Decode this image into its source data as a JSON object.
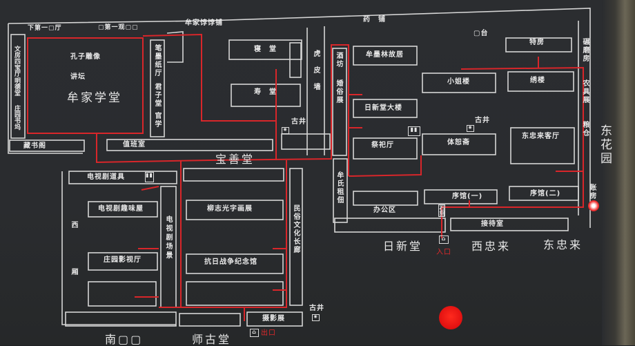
{
  "map": {
    "colors": {
      "background": "#2a2c2f",
      "walls": "#d8d8d8",
      "route": "#d9262a",
      "marker": "#f01e1e"
    },
    "icons": [
      "well-icon",
      "restroom-icon",
      "entrance-icon",
      "exit-icon",
      "you-are-here-marker"
    ],
    "labels": {
      "xia_di_yi": "下第一▢厅",
      "di_yi_guan": "▢第一观▢▢",
      "wenfang": "文房四宝厅",
      "mingde": "明德堂",
      "zhuangyuan_shuwu": "庄园书坞",
      "kongzi": "孔子雕像",
      "jiangtan": "讲坛",
      "moujia_xuetang": "牟家学堂",
      "cangshuge": "藏书阁",
      "bimo": "笔墨纸厅",
      "junzitang": "君子堂",
      "guanxue": "官学",
      "zhijinshi": "值班室",
      "moujia_pu": "牟家饽饽铺",
      "qintang": "寝堂",
      "shoutang": "寿堂",
      "hupiqiang": "虎皮墙",
      "gujing1": "古井",
      "baoshantang": "宝善堂",
      "yaopu": "药铺",
      "xitai": "▢台",
      "jiufang": "酒坊",
      "hunsu": "婚俗展",
      "moumolin": "牟墨林故居",
      "rixintang_dalou": "日新堂大楼",
      "jisiting": "祭祀厅",
      "moushi_zudian": "牟氏租佃",
      "xiaojielou": "小姐楼",
      "gujing2": "古井",
      "tishuzhai": "体恕斋",
      "tefang": "特房",
      "xiulou": "绣楼",
      "dongzhonglai_keting": "东忠来客厅",
      "niantan": "碾磨房",
      "nongju": "农具展",
      "liangcang": "粮仓",
      "zhangfang": "账房",
      "donghuayuan": "东花园",
      "xuguan1": "序馆(一)",
      "xuguan2": "序馆(二)",
      "bangongqu": "办公区",
      "shike": "石刻",
      "jiedaishi": "接待室",
      "rixintang": "日新堂",
      "rukou": "入口",
      "xizhonglai": "西忠来",
      "dongzhonglai": "东忠来",
      "dianshiju_daoju": "电视剧道具",
      "dianshiju_quwei": "电视剧趣味屋",
      "zhuangyuan_yingshi": "庄园影视厅",
      "dianshiju_changjing": "电视剧场景",
      "xixiang": "西厢",
      "liuzhiguang": "柳志光字画展",
      "kangri": "抗日战争纪念馆",
      "minsu": "民俗文化长廊",
      "sheyingzhan": "摄影展",
      "gujing3": "古井",
      "chukou": "出口",
      "nanmu": "南▢▢",
      "shigutang": "师古堂"
    }
  }
}
